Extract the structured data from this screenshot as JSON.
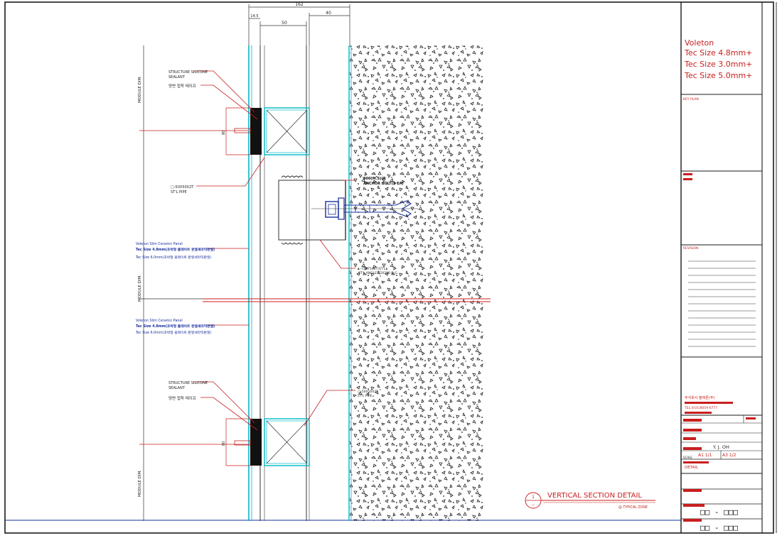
{
  "drawing": {
    "dims": {
      "top_total": "162",
      "top_gap": "40",
      "top_inner": "50",
      "top_small": "14.5",
      "bracket_upper": "80",
      "bracket_lower": "80"
    },
    "side_labels": {
      "mullion_top": "MODULE DIM.",
      "mullion_mid": "MODULE DIM.",
      "mullion_bottom": "MODULE DIM."
    },
    "callouts": {
      "sealant_top_1": "STRUCTURE SILICONE",
      "sealant_top_2": "SEALANT",
      "tape_top": "양면 접착 테이프",
      "pipe_1": "□-50X50X2T",
      "pipe_2": "ST'L PIPE",
      "anchor_1": "400(M.S)(P",
      "anchor_2": "ANCHOR BOLT(1 EA)",
      "angle_1": "L-75X75X6T(ST'L)",
      "angle_2": "ST'L ANGLE 75X200 D.G.",
      "sealant_bot_1": "STRUCTURE SILICONE",
      "sealant_bot_2": "SEALANT",
      "tape_bot": "양면 접착 테이프",
      "pipe_b_1": "□-50X50X2T",
      "pipe_b_2": "ST'L PIPE"
    },
    "panel_notes": {
      "upper_1": "Voleton Slim Ceramic Panel",
      "upper_2": "Tec Size 4.8mm(초박형 플레이트 판넬세라믹판넬)",
      "upper_3": "Tec Size 6.0mm(초박형 플레이트 판넬세라믹판넬)",
      "lower_1": "Voleton Slim Ceramic Panel",
      "lower_2": "Tec Size 4.8mm(초박형 플레이트 판넬세라믹판넬)",
      "lower_3": "Tec Size 6.0mm(초박형 플레이트 판넬세라믹판넬)"
    },
    "detail_title": {
      "number_top": "1",
      "number_bottom": "—",
      "text": "VERTICAL SECTION DETAIL",
      "sub": "@ TYPICAL ZONE"
    }
  },
  "title_block": {
    "project_lines": [
      "Voleton",
      "Tec Size 4.8mm+",
      "Tec Size 3.0mm+",
      "Tec Size 5.0mm+"
    ],
    "key_plan_label": "KEY PLAN",
    "revision_label": "REVISION",
    "company": "주식회사 볼레톤(주)",
    "tel": "TEL.(031)8059-6777",
    "drawn_by": "Y. J. OH",
    "scale_label": "SCALE",
    "scale_1": "A1 1/1",
    "scale_2": "A3 1/2",
    "title_label": "DETAIL",
    "sheet_no_1": "□□ - □□□",
    "sheet_no_2": "□□ - □□□"
  },
  "colors": {
    "frame": "#1a1a1a",
    "cyan": "#00b8c8",
    "red": "#c81e1e",
    "blue": "#1a2f9e",
    "dark": "#111111"
  }
}
